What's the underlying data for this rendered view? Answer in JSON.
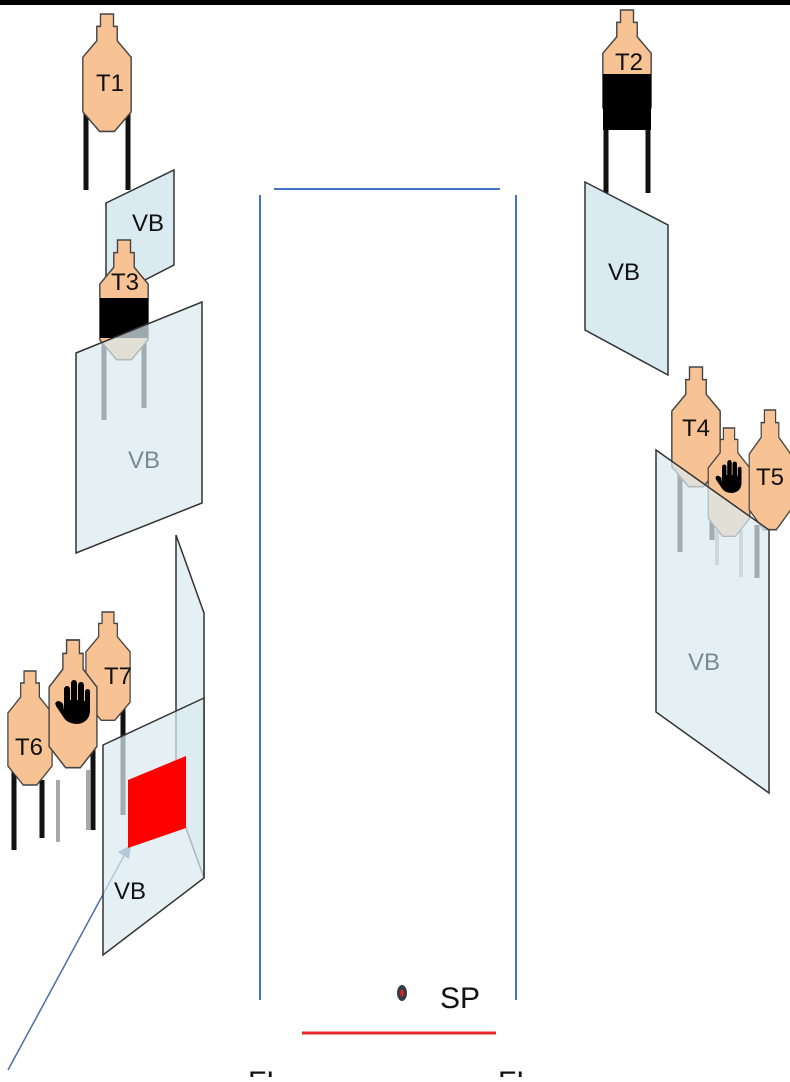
{
  "labels": {
    "t1": "T1",
    "t2": "T2",
    "t3": "T3",
    "t4": "T4",
    "t5": "T5",
    "t6": "T6",
    "t7": "T7",
    "vb": "VB",
    "sp": "SP",
    "fl_left": "FL",
    "fl_right": "FL"
  },
  "colors": {
    "target_fill": "#f7c294",
    "target_stroke": "#444444",
    "barricade_fill": "#d9eaf0",
    "barricade_stroke": "#333333",
    "fault_line": "#4472c4",
    "start_line": "#e8282b",
    "steel_plate": "#ff0000",
    "black_mask": "#000000",
    "leg": "#111111",
    "leg_dim": "#a8a8a8"
  },
  "icons": {
    "no_shoot_hand": "hand-icon",
    "start_position": "start-position-marker"
  }
}
